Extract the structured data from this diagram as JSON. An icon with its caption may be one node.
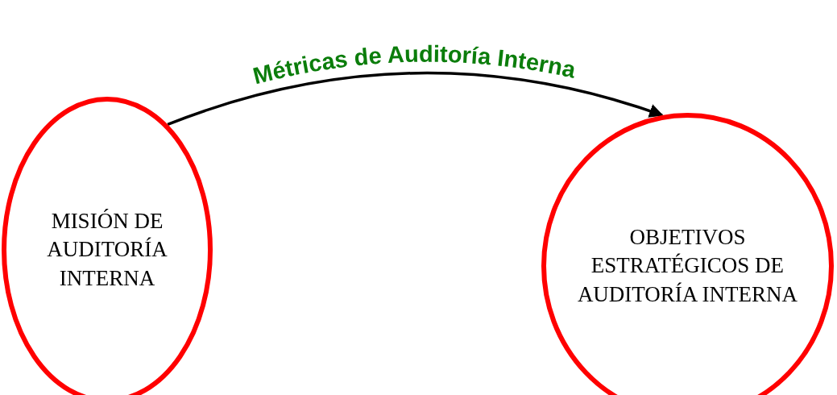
{
  "diagram": {
    "nodes": [
      {
        "text": [
          "MISIÓN DE AUDITORÍA INTERNA"
        ]
      },
      {
        "text": [
          "OBJETIVOS ESTRATÉGICOS DE AUDITORÍA INTERNA"
        ]
      }
    ],
    "edges": [
      {
        "from": 0,
        "to": 1,
        "arrow": "to",
        "label": "Métricas de Auditoría Interna"
      }
    ]
  }
}
